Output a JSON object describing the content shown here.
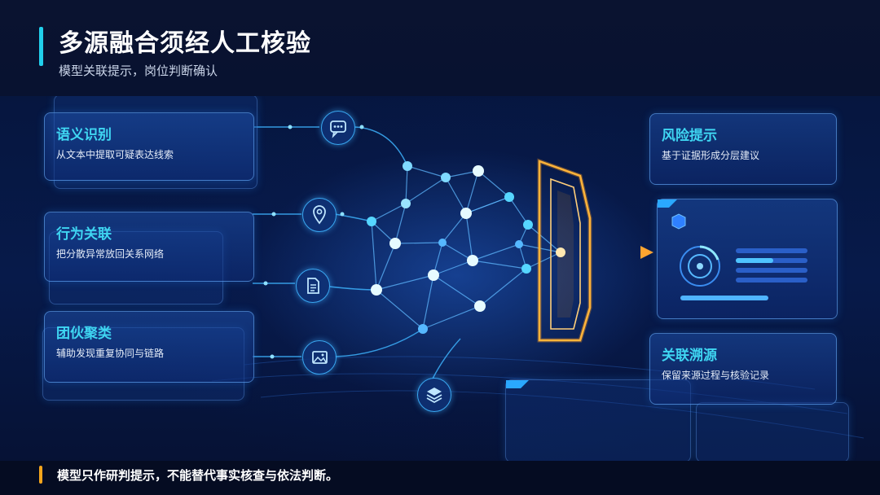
{
  "header": {
    "title": "多源融合须经人工核验",
    "subtitle": "模型关联提示，岗位判断确认"
  },
  "cards": {
    "semantic": {
      "title": "语义识别",
      "desc": "从文本中提取可疑表达线索"
    },
    "behavior": {
      "title": "行为关联",
      "desc": "把分散异常放回关系网络"
    },
    "cluster": {
      "title": "团伙聚类",
      "desc": "辅助发现重复协同与链路"
    },
    "risk": {
      "title": "风险提示",
      "desc": "基于证据形成分层建议"
    },
    "trace": {
      "title": "关联溯源",
      "desc": "保留来源过程与核验记录"
    }
  },
  "icons": [
    "chat-icon",
    "location-pin-icon",
    "document-icon",
    "image-icon",
    "layers-icon"
  ],
  "footer": {
    "note": "模型只作研判提示，不能替代事实核查与依法判断。"
  },
  "colors": {
    "accent_cyan": "#21d0ec",
    "accent_orange": "#f4a51c",
    "card_title": "#3fd6f2",
    "background": "#050d24"
  }
}
